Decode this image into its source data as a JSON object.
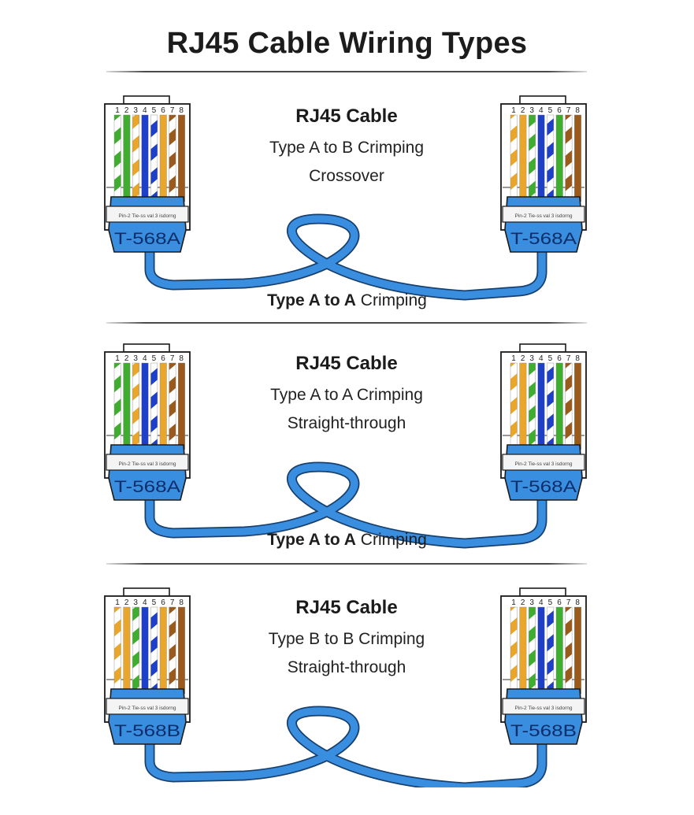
{
  "title": "RJ45 Cable Wiring Types",
  "colors": {
    "green": "#3fae2f",
    "orange": "#e9a62a",
    "blue": "#1e3fc8",
    "brown": "#9a5a1c",
    "boot": "#3a8ee0",
    "cable": "#3a8ee0",
    "outline": "#1a1a1a",
    "housing": "#ffffff",
    "label_text": "#0c2f6b"
  },
  "connector_label_strip": "Pin-2 Tie-ss val 3 isdorng",
  "pin_numbers": [
    "1",
    "2",
    "3",
    "4",
    "5",
    "6",
    "7",
    "8"
  ],
  "sections": [
    {
      "heading": "RJ45 Cable",
      "line1": "Type A to B Crimping",
      "line2": "Crossover",
      "caption_bold": "Type A to A",
      "caption_rest": " Crimping",
      "left_connector": {
        "standard": "T-568A",
        "wires": [
          {
            "pin": 1,
            "color": "green",
            "striped": true
          },
          {
            "pin": 2,
            "color": "green",
            "striped": false
          },
          {
            "pin": 3,
            "color": "orange",
            "striped": true
          },
          {
            "pin": 4,
            "color": "blue",
            "striped": false
          },
          {
            "pin": 5,
            "color": "blue",
            "striped": true
          },
          {
            "pin": 6,
            "color": "orange",
            "striped": false
          },
          {
            "pin": 7,
            "color": "brown",
            "striped": true
          },
          {
            "pin": 8,
            "color": "brown",
            "striped": false
          }
        ]
      },
      "right_connector": {
        "standard": "T-568A",
        "wires": [
          {
            "pin": 1,
            "color": "orange",
            "striped": true
          },
          {
            "pin": 2,
            "color": "orange",
            "striped": false
          },
          {
            "pin": 3,
            "color": "green",
            "striped": true
          },
          {
            "pin": 4,
            "color": "blue",
            "striped": false
          },
          {
            "pin": 5,
            "color": "blue",
            "striped": true
          },
          {
            "pin": 6,
            "color": "green",
            "striped": false
          },
          {
            "pin": 7,
            "color": "brown",
            "striped": true
          },
          {
            "pin": 8,
            "color": "brown",
            "striped": false
          }
        ]
      }
    },
    {
      "heading": "RJ45 Cable",
      "line1": "Type A to A Crimping",
      "line2": "Straight-through",
      "caption_bold": "Type A to A",
      "caption_rest": " Crimping",
      "left_connector": {
        "standard": "T-568A",
        "wires": [
          {
            "pin": 1,
            "color": "green",
            "striped": true
          },
          {
            "pin": 2,
            "color": "green",
            "striped": false
          },
          {
            "pin": 3,
            "color": "orange",
            "striped": true
          },
          {
            "pin": 4,
            "color": "blue",
            "striped": false
          },
          {
            "pin": 5,
            "color": "blue",
            "striped": true
          },
          {
            "pin": 6,
            "color": "orange",
            "striped": false
          },
          {
            "pin": 7,
            "color": "brown",
            "striped": true
          },
          {
            "pin": 8,
            "color": "brown",
            "striped": false
          }
        ]
      },
      "right_connector": {
        "standard": "T-568A",
        "wires": [
          {
            "pin": 1,
            "color": "orange",
            "striped": true
          },
          {
            "pin": 2,
            "color": "orange",
            "striped": false
          },
          {
            "pin": 3,
            "color": "green",
            "striped": true
          },
          {
            "pin": 4,
            "color": "blue",
            "striped": false
          },
          {
            "pin": 5,
            "color": "blue",
            "striped": true
          },
          {
            "pin": 6,
            "color": "green",
            "striped": false
          },
          {
            "pin": 7,
            "color": "brown",
            "striped": true
          },
          {
            "pin": 8,
            "color": "brown",
            "striped": false
          }
        ]
      }
    },
    {
      "heading": "RJ45 Cable",
      "line1": "Type B to B Crimping",
      "line2": "Straight-through",
      "caption_bold": "",
      "caption_rest": "",
      "left_connector": {
        "standard": "T-568B",
        "wires": [
          {
            "pin": 1,
            "color": "orange",
            "striped": true
          },
          {
            "pin": 2,
            "color": "orange",
            "striped": false
          },
          {
            "pin": 3,
            "color": "green",
            "striped": true
          },
          {
            "pin": 4,
            "color": "blue",
            "striped": false
          },
          {
            "pin": 5,
            "color": "blue",
            "striped": true
          },
          {
            "pin": 6,
            "color": "orange",
            "striped": false
          },
          {
            "pin": 7,
            "color": "brown",
            "striped": true
          },
          {
            "pin": 8,
            "color": "brown",
            "striped": false
          }
        ]
      },
      "right_connector": {
        "standard": "T-568B",
        "wires": [
          {
            "pin": 1,
            "color": "orange",
            "striped": true
          },
          {
            "pin": 2,
            "color": "orange",
            "striped": false
          },
          {
            "pin": 3,
            "color": "green",
            "striped": true
          },
          {
            "pin": 4,
            "color": "blue",
            "striped": false
          },
          {
            "pin": 5,
            "color": "blue",
            "striped": true
          },
          {
            "pin": 6,
            "color": "green",
            "striped": false
          },
          {
            "pin": 7,
            "color": "brown",
            "striped": true
          },
          {
            "pin": 8,
            "color": "brown",
            "striped": false
          }
        ]
      }
    }
  ]
}
